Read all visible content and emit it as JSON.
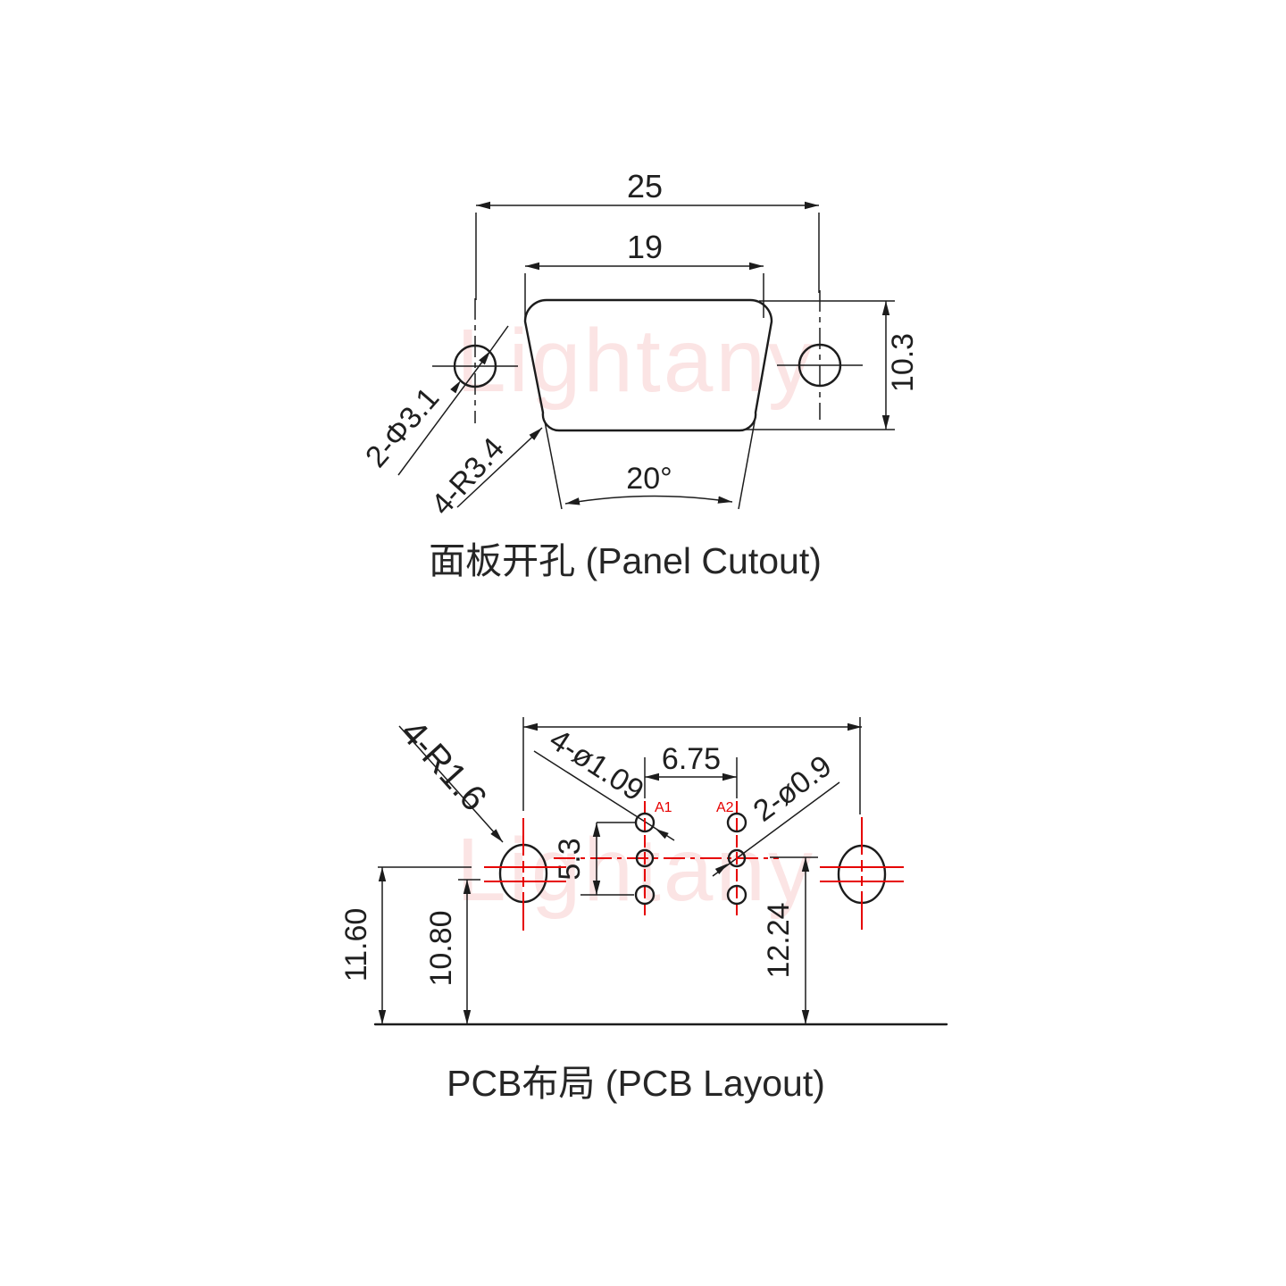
{
  "watermark": {
    "text": "Lightany",
    "color": "#fbe4e4"
  },
  "colors": {
    "line": "#1c1c1c",
    "accent_red": "#e60000"
  },
  "panel": {
    "title": "面板开孔 (Panel Cutout)",
    "dim_outer_width": "25",
    "dim_inner_width": "19",
    "dim_height": "10.3",
    "dim_angle": "20°",
    "label_mount_holes": "2-Φ3.1",
    "label_corner_radius": "4-R3.4"
  },
  "pcb": {
    "title": "PCB布局 (PCB Layout)",
    "dim_pitch": "6.75",
    "dim_row_span": "5.3",
    "dim_mount_upper": "11.60",
    "dim_mount_lower": "10.80",
    "dim_pin_row": "12.24",
    "label_signal_holes": "4-ø1.09",
    "label_coax_holes": "2-ø0.9",
    "label_mount_radius": "4-R1.6",
    "pin_a1": "A1",
    "pin_a2": "A2"
  }
}
